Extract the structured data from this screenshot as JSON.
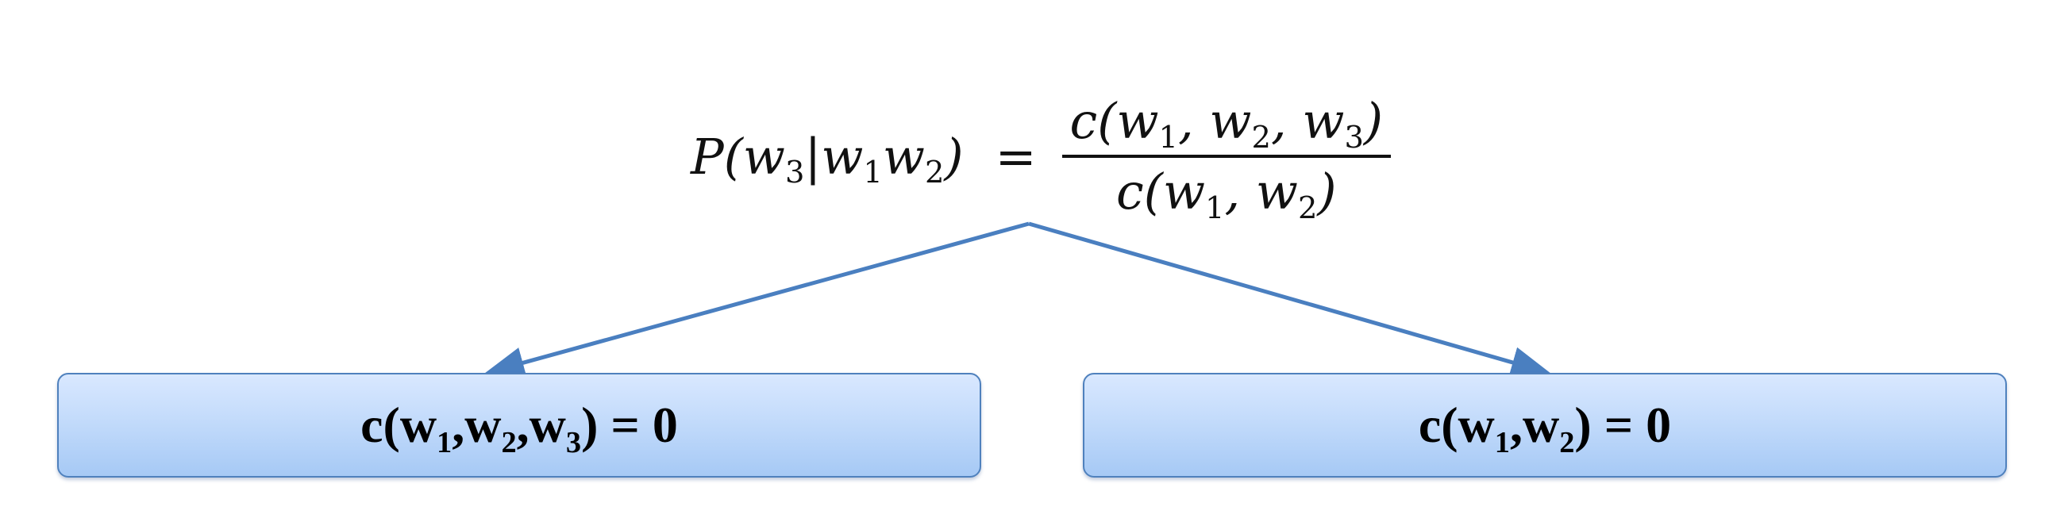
{
  "formula": {
    "lhs_p": "P(",
    "lhs_w3": "w",
    "lhs_w3_sub": "3",
    "lhs_bar": "|",
    "lhs_w1": "w",
    "lhs_w1_sub": "1",
    "lhs_w2": "w",
    "lhs_w2_sub": "2",
    "lhs_close": ")",
    "equals": "=",
    "numerator": {
      "open": "c(",
      "w1": "w",
      "w1_sub": "1",
      "sep1": ", ",
      "w2": "w",
      "w2_sub": "2",
      "sep2": ", ",
      "w3": "w",
      "w3_sub": "3",
      "close": ")"
    },
    "denominator": {
      "open": "c(",
      "w1": "w",
      "w1_sub": "1",
      "sep1": ", ",
      "w2": "w",
      "w2_sub": "2",
      "close": ")"
    }
  },
  "box_left": {
    "open": "c(w",
    "sub1": "1",
    "mid1": ",w",
    "sub2": "2",
    "mid2": ",w",
    "sub3": "3",
    "close": ") = 0"
  },
  "box_right": {
    "open": "c(w",
    "sub1": "1",
    "mid1": ",w",
    "sub2": "2",
    "close": ") = 0"
  },
  "colors": {
    "arrow": "#4a7fc0",
    "box_border": "#4f81bd",
    "box_fill_top": "#d9e8ff",
    "box_fill_bottom": "#a6c9f5"
  }
}
